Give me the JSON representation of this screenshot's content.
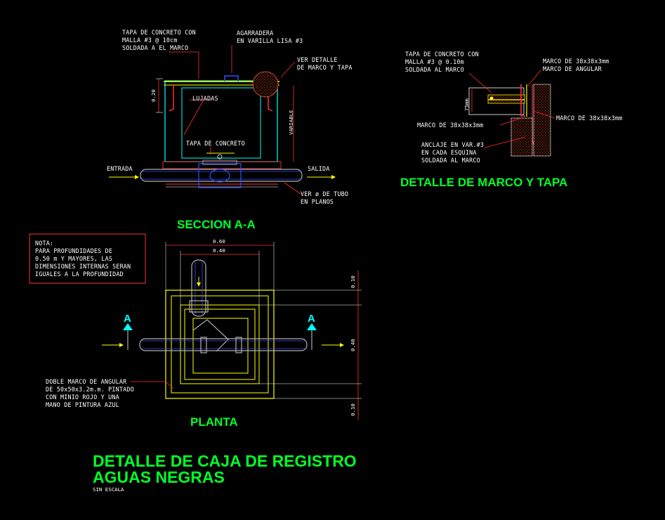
{
  "colors": {
    "background": "#000000",
    "text": "#ffffff",
    "title": "#00ff2a",
    "cyan": "#00ffff",
    "yellow": "#ffff00",
    "red": "#ff3030",
    "blue": "#3050ff",
    "pipe_gray": "#b0b0b0",
    "hatch": "#ff2020"
  },
  "section_a": {
    "title": "SECCION A-A",
    "label_tapa_malla": [
      "TAPA DE CONCRETO CON",
      "MALLA #3 @ 10cm",
      "SOLDADA A EL MARCO"
    ],
    "label_agarradera": [
      "AGARRADERA",
      "EN VARILLA LISA #3"
    ],
    "label_ver_detalle": [
      "VER DETALLE",
      "DE MARCO Y TAPA"
    ],
    "label_lujadas": "LUJADAS",
    "label_tapa_concreto": "TAPA DE CONCRETO",
    "label_entrada": "ENTRADA",
    "label_salida": "SALIDA",
    "label_ver_tubo": [
      "VER ø DE TUBO",
      "EN PLANOS"
    ],
    "dim_020": "0.20",
    "dim_variable": "VARIABLE"
  },
  "detail_marco": {
    "title": "DETALLE DE MARCO Y TAPA",
    "label_tapa": [
      "TAPA DE CONCRETO CON",
      "MALLA #3 @ 0.10m",
      "SOLDADA AL MARCO"
    ],
    "label_marco_angular": [
      "MARCO DE 38x38x3mm",
      "MARCO DE ANGULAR"
    ],
    "label_marco_right": "MARCO DE 38x38x3mm",
    "label_marco_left": "MARCO DE 38x38x3mm",
    "label_anclaje": [
      "ANCLAJE EN VAR.#3",
      "EN CADA ESQUINA",
      "SOLDADA AL MARCO"
    ],
    "dim_75": "75mm"
  },
  "nota": {
    "lines": [
      "NOTA:",
      "PARA PROFUNDIDADES DE",
      "0.50 m Y MAYORES, LAS",
      "DIMENSIONES INTERNAS SERAN",
      "IGUALES A LA PROFUNDIDAD"
    ]
  },
  "plan": {
    "title": "PLANTA",
    "dim_top_outer": "0.60",
    "dim_top_inner": "0.40",
    "dim_right_top": "0.10",
    "dim_right_mid": "0.40",
    "dim_right_bot": "0.10",
    "section_mark": "A",
    "label_marco": [
      "DOBLE MARCO DE ANGULAR",
      "DE 50x50x3.2m.m. PINTADO",
      "CON MINIO ROJO Y UNA",
      "MANO DE PINTURA AZUL"
    ]
  },
  "main_title": {
    "line1": "DETALLE DE CAJA DE REGISTRO",
    "line2": "AGUAS NEGRAS",
    "subtitle": "SIN ESCALA"
  }
}
